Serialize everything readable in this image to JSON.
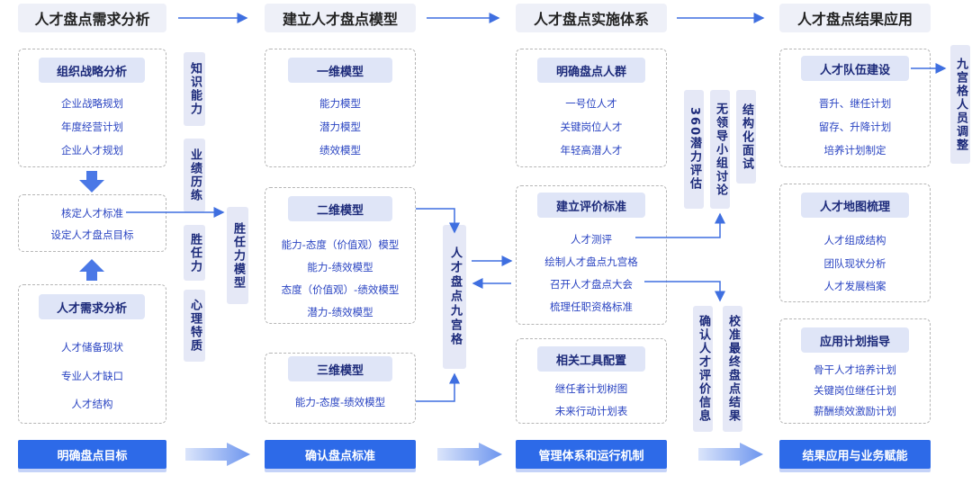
{
  "headers": [
    "人才盘点需求分析",
    "建立人才盘点模型",
    "人才盘点实施体系",
    "人才盘点结果应用"
  ],
  "col1": {
    "org_title": "组织战略分析",
    "org_items": [
      "企业战略规划",
      "年度经营计划",
      "企业人才规划"
    ],
    "mid_items": [
      "核定人才标准",
      "设定人才盘点目标"
    ],
    "need_title": "人才需求分析",
    "need_items": [
      "人才储备现状",
      "专业人才缺口",
      "人才结构"
    ],
    "side_labels": [
      "知识能力",
      "业绩历练",
      "胜任力",
      "心理特质"
    ],
    "competency": "胜任力模型"
  },
  "col2": {
    "m1_title": "一维模型",
    "m1_items": [
      "能力模型",
      "潜力模型",
      "绩效模型"
    ],
    "m2_title": "二维模型",
    "m2_items": [
      "能力-态度（价值观）模型",
      "能力-绩效模型",
      "态度（价值观）-绩效模型",
      "潜力-绩效模型"
    ],
    "m3_title": "三维模型",
    "m3_items": [
      "能力-态度-绩效模型"
    ],
    "grid": "人才盘点九宫格"
  },
  "col3": {
    "a_title": "明确盘点人群",
    "a_items": [
      "一号位人才",
      "关键岗位人才",
      "年轻高潜人才"
    ],
    "b_title": "建立评价标准",
    "b_items": [
      "人才测评",
      "绘制人才盘点九宫格",
      "召开人才盘点大会",
      "梳理任职资格标准"
    ],
    "c_title": "相关工具配置",
    "c_items": [
      "继任者计划树图",
      "未来行动计划表"
    ],
    "methods": [
      "360潜力评估",
      "无领导小组讨论",
      "结构化面试"
    ],
    "confirm": [
      "确认人才评价信息",
      "校准最终盘点结果"
    ]
  },
  "col4": {
    "a_title": "人才队伍建设",
    "a_items": [
      "晋升、继任计划",
      "留存、升降计划",
      "培养计划制定"
    ],
    "b_title": "人才地图梳理",
    "b_items": [
      "人才组成结构",
      "团队现状分析",
      "人才发展档案"
    ],
    "c_title": "应用计划指导",
    "c_items": [
      "骨干人才培养计划",
      "关键岗位继任计划",
      "薪酬绩效激励计划"
    ],
    "nine": "九宫格人员调整"
  },
  "footers": [
    "明确盘点目标",
    "确认盘点标准",
    "管理体系和运行机制",
    "结果应用与业务赋能"
  ],
  "colors": {
    "accent": "#2d6ae8",
    "arrow": "#3f6fe0",
    "title_bg": "#dfe5f7",
    "header_bg": "#eef0f8"
  }
}
